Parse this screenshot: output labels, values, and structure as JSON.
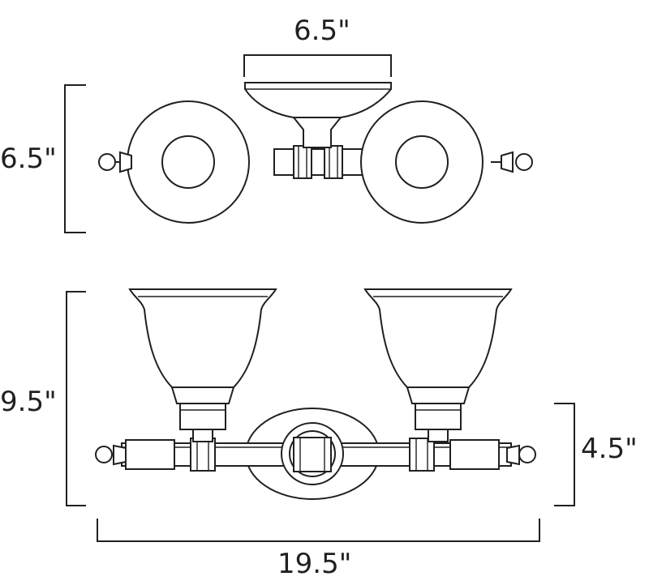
{
  "dimensions": {
    "top_width": "6.5\"",
    "top_depth": "6.5\"",
    "overall_height": "9.5\"",
    "backplate_height": "4.5\"",
    "overall_width": "19.5\""
  },
  "colors": {
    "line": "#231f20",
    "background": "#ffffff"
  }
}
